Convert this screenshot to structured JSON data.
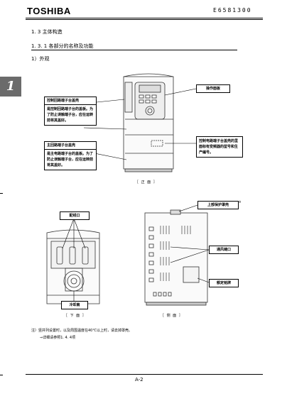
{
  "header": {
    "logo": "TOSHIBA",
    "doc_number": "E6581300"
  },
  "chapter_tab": "1",
  "section": {
    "heading": "1. 3   主体构造",
    "subheading": "1. 3. 1    各部分的名称及功能",
    "item": "1）外观"
  },
  "front_view": {
    "callouts": {
      "control_cover_title": "控制回路端子台盖壳",
      "control_cover_body": "是控制回路端子台的盖板。为了防止误触端子台，应在运转前将其盖好。",
      "main_cover_title": "主回路端子台盖壳",
      "main_cover_body": "是主电路端子台的盖板。为了防止误触端子台，应在运转前将其盖好。",
      "operation_panel": "操作面板",
      "nameplate_note": "控制电路端子台盖壳的里面标有变频器的型号和生产编号。"
    },
    "caption": "［  正  面  ］"
  },
  "bottom_view": {
    "wiring_port": "配线口",
    "cooling_fan": "冷却扇",
    "caption": "［  下  面  ］"
  },
  "side_view": {
    "top_cover": "上部保护罩壳",
    "top_cover_mark": "※",
    "vent": "通风缝口",
    "rating_label": "额定铭牌",
    "caption": "［  侧  面  ］"
  },
  "notes": {
    "line1": "注）竖并列设置时，以及周围温度在40℃以上时，请去掉罩壳。",
    "line2": "⇒详细请参照1. 4. 4项"
  },
  "footer": {
    "page": "A-2"
  }
}
